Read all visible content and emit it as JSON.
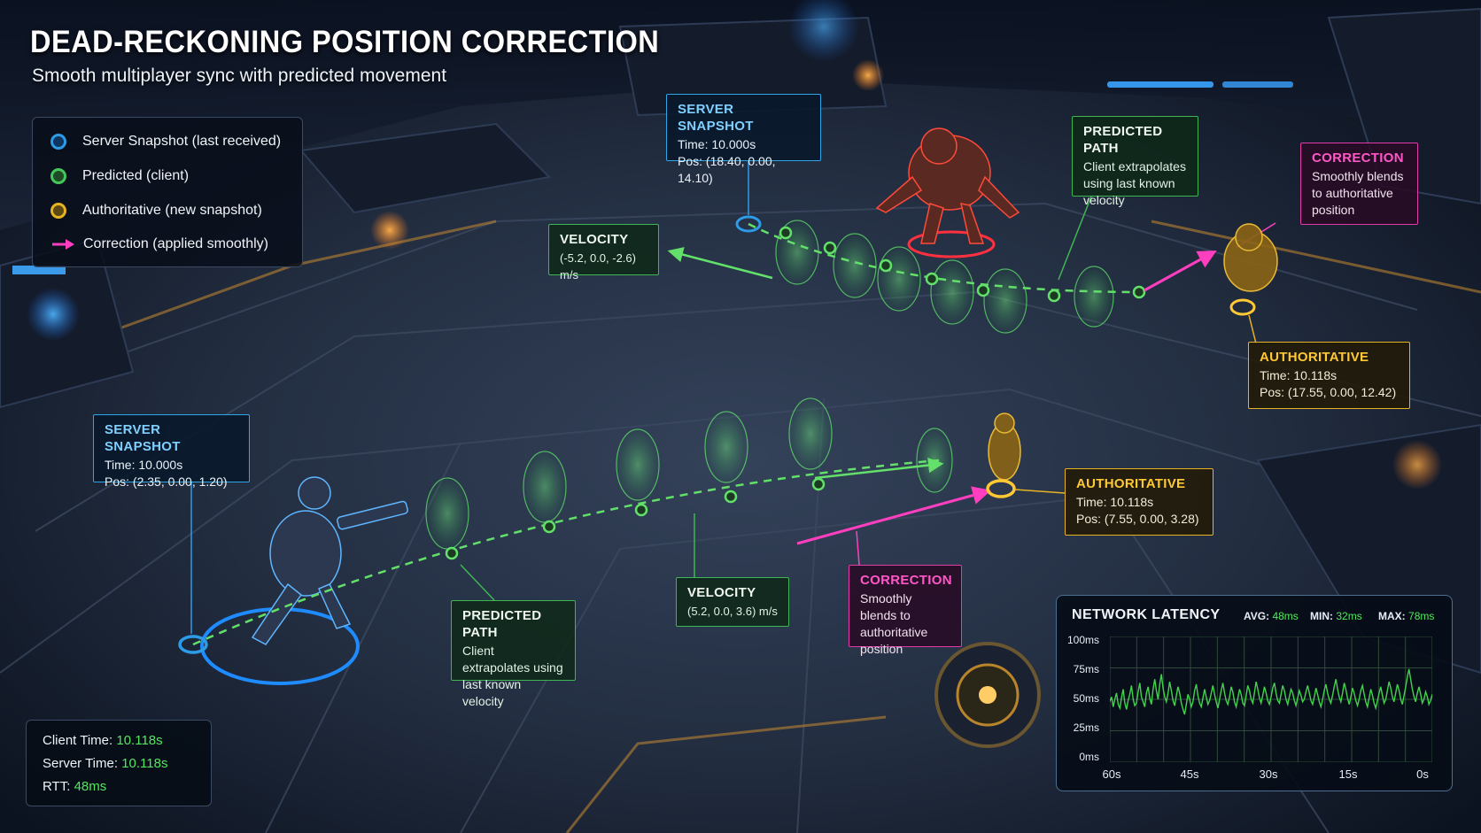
{
  "header": {
    "title": "DEAD-RECKONING POSITION CORRECTION",
    "subtitle": "Smooth multiplayer sync with predicted movement"
  },
  "legend": {
    "items": [
      {
        "label": "Server Snapshot (last received)",
        "color": "#2d9ce8"
      },
      {
        "label": "Predicted (client)",
        "color": "#45c85a"
      },
      {
        "label": "Authoritative (new snapshot)",
        "color": "#e6b323"
      },
      {
        "label": "Correction (applied smoothly)",
        "color": "#ff3fc0"
      }
    ]
  },
  "callouts": {
    "server_snapshot_top": {
      "heading": "SERVER SNAPSHOT",
      "time": "Time: 10.000s",
      "pos": "Pos:  (18.40, 0.00, 14.10)"
    },
    "velocity_top": {
      "heading": "VELOCITY",
      "value": "(-5.2, 0.0, -2.6) m/s"
    },
    "predicted_path_top": {
      "heading": "PREDICTED PATH",
      "body": "Client extrapolates using last known velocity"
    },
    "correction_top": {
      "heading": "CORRECTION",
      "body": "Smoothly blends to authoritative position"
    },
    "authoritative_top": {
      "heading": "AUTHORITATIVE",
      "time": "Time:  10.118s",
      "pos": "Pos:  (17.55, 0.00, 12.42)"
    },
    "server_snapshot_bottom": {
      "heading": "SERVER SNAPSHOT",
      "time": "Time: 10.000s",
      "pos": "Pos:  (2.35, 0.00, 1.20)"
    },
    "predicted_path_bottom": {
      "heading": "PREDICTED PATH",
      "body": "Client extrapolates using last known velocity"
    },
    "velocity_bottom": {
      "heading": "VELOCITY",
      "value": "(5.2, 0.0, 3.6) m/s"
    },
    "correction_bottom": {
      "heading": "CORRECTION",
      "body": "Smoothly blends to authoritative position"
    },
    "authoritative_bottom": {
      "heading": "AUTHORITATIVE",
      "time": "Time: 10.118s",
      "pos": "Pos:  (7.55, 0.00, 3.28)"
    }
  },
  "timing": {
    "client_label": "Client Time:",
    "client_value": "10.118s",
    "server_label": "Server Time:",
    "server_value": "10.118s",
    "rtt_label": "RTT:",
    "rtt_value": "48ms"
  },
  "latency_panel": {
    "title": "NETWORK LATENCY",
    "avg_label": "AVG:",
    "avg_value": "48ms",
    "min_label": "MIN:",
    "min_value": "32ms",
    "max_label": "MAX:",
    "max_value": "78ms"
  },
  "colors": {
    "server": "#2d9ce8",
    "predicted": "#45c85a",
    "authoritative": "#e6b323",
    "correction": "#ff3fc0",
    "grid": "#2f4a3a",
    "line": "#43d24d"
  },
  "chart_data": {
    "type": "line",
    "title": "NETWORK LATENCY",
    "xlabel": "",
    "ylabel": "",
    "x_tick_labels": [
      "60s",
      "45s",
      "30s",
      "15s",
      "0s"
    ],
    "y_tick_labels": [
      "100ms",
      "75ms",
      "50ms",
      "25ms",
      "0ms"
    ],
    "xlim": [
      60,
      0
    ],
    "ylim": [
      0,
      100
    ],
    "grid": true,
    "series": [
      {
        "values": [
          48,
          52,
          44,
          50,
          55,
          46,
          43,
          51,
          58,
          47,
          42,
          49,
          54,
          61,
          50,
          45,
          47,
          56,
          63,
          52,
          48,
          44,
          55,
          60,
          51,
          46,
          58,
          66,
          57,
          50,
          62,
          70,
          59,
          52,
          48,
          55,
          64,
          57,
          49,
          45,
          53,
          60,
          55,
          47,
          42,
          38,
          46,
          54,
          50,
          44,
          48,
          57,
          62,
          53,
          47,
          44,
          51,
          58,
          52,
          46,
          49,
          55,
          61,
          54,
          48,
          43,
          50,
          57,
          63,
          55,
          49,
          46,
          52,
          60,
          56,
          48,
          44,
          51,
          58,
          54,
          47,
          45,
          53,
          61,
          57,
          50,
          47,
          55,
          64,
          58,
          51,
          47,
          53,
          60,
          55,
          49,
          46,
          52,
          59,
          63,
          55,
          49,
          47,
          54,
          61,
          57,
          50,
          46,
          52,
          58,
          55,
          49,
          45,
          51,
          57,
          53,
          48,
          50,
          56,
          61,
          55,
          49,
          46,
          52,
          59,
          54,
          48,
          44,
          50,
          57,
          62,
          55,
          50,
          47,
          53,
          60,
          66,
          58,
          52,
          48,
          55,
          63,
          58,
          51,
          46,
          52,
          59,
          55,
          49,
          45,
          50,
          57,
          61,
          54,
          48,
          44,
          51,
          58,
          53,
          47,
          43,
          49,
          55,
          60,
          53,
          47,
          50,
          57,
          64,
          59,
          52,
          48,
          55,
          62,
          57,
          50,
          46,
          53,
          60,
          68,
          74,
          66,
          58,
          52,
          48,
          55,
          60,
          54,
          47,
          50,
          56,
          52,
          46,
          49,
          54
        ]
      }
    ]
  }
}
